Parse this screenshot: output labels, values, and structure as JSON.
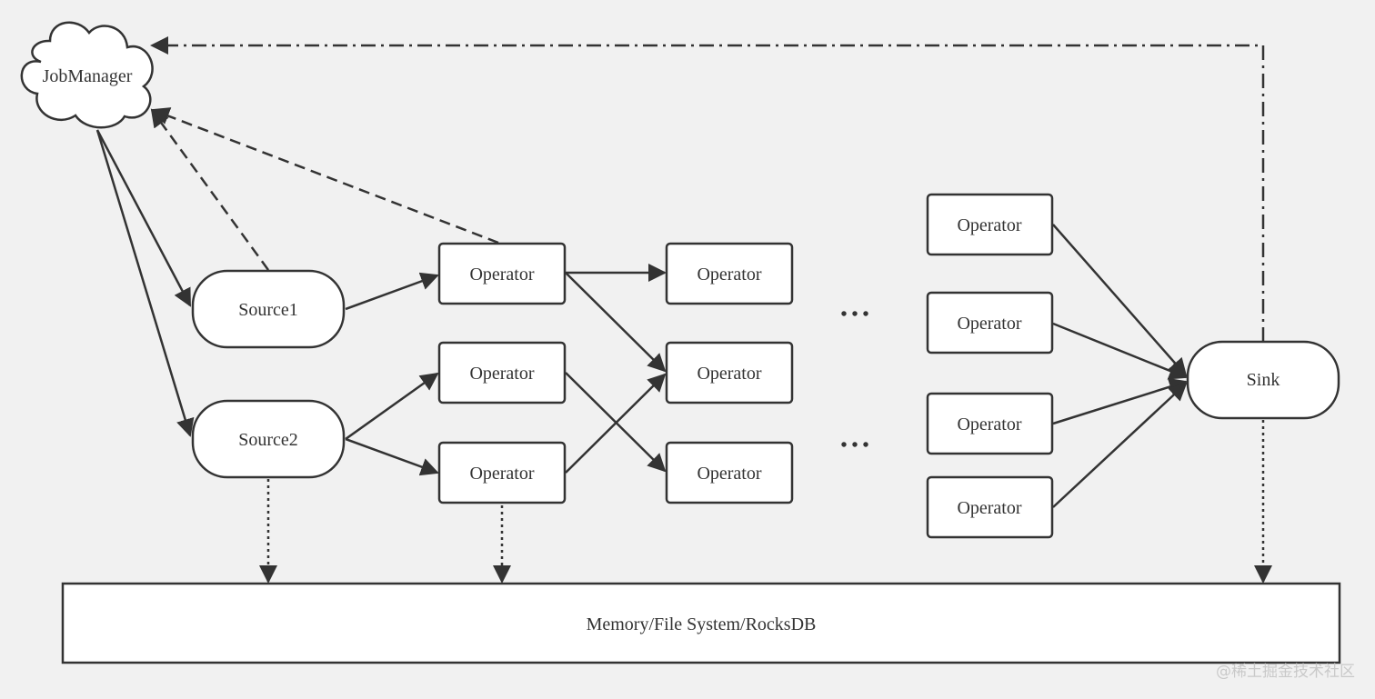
{
  "diagram": {
    "job_manager": "JobManager",
    "sources": [
      "Source1",
      "Source2"
    ],
    "operator_label": "Operator",
    "sink": "Sink",
    "storage": "Memory/File System/RocksDB",
    "ellipsis": "• • •",
    "watermark": "@稀土掘金技术社区"
  },
  "colors": {
    "background": "#f1f1f1",
    "node_fill": "#ffffff",
    "stroke": "#333333"
  }
}
